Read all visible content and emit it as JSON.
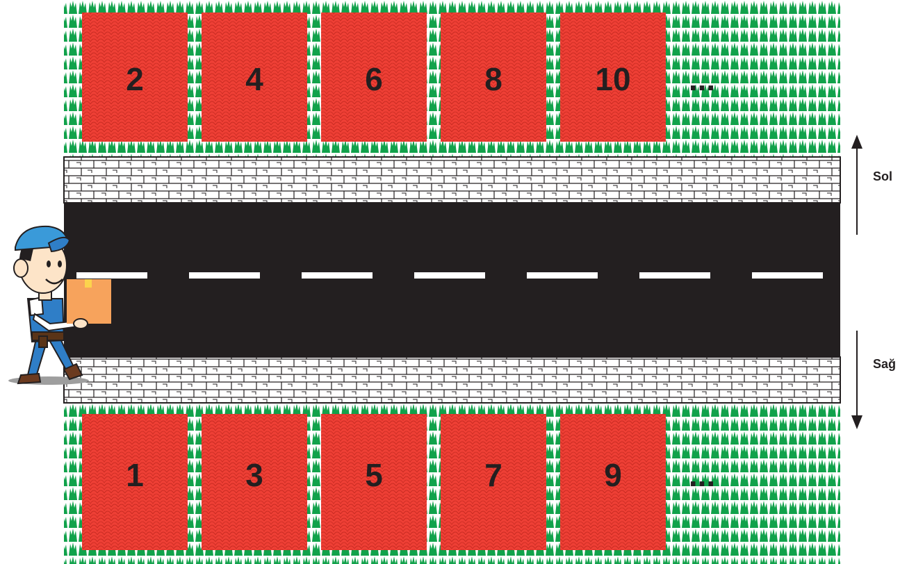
{
  "top_row": {
    "lots": [
      {
        "number": "2"
      },
      {
        "number": "4"
      },
      {
        "number": "6"
      },
      {
        "number": "8"
      },
      {
        "number": "10"
      }
    ],
    "continuation": "..."
  },
  "bottom_row": {
    "lots": [
      {
        "number": "1"
      },
      {
        "number": "3"
      },
      {
        "number": "5"
      },
      {
        "number": "7"
      },
      {
        "number": "9"
      }
    ],
    "continuation": "..."
  },
  "directions": {
    "up_label": "Sol",
    "down_label": "Sağ"
  },
  "colors": {
    "grass": "#11a24b",
    "roof": "#ee3f35",
    "road": "#231f20",
    "lane_marking": "#ffffff",
    "box": "#f7a35c",
    "cap": "#3a9ad9",
    "uniform": "#2f7ec7"
  }
}
